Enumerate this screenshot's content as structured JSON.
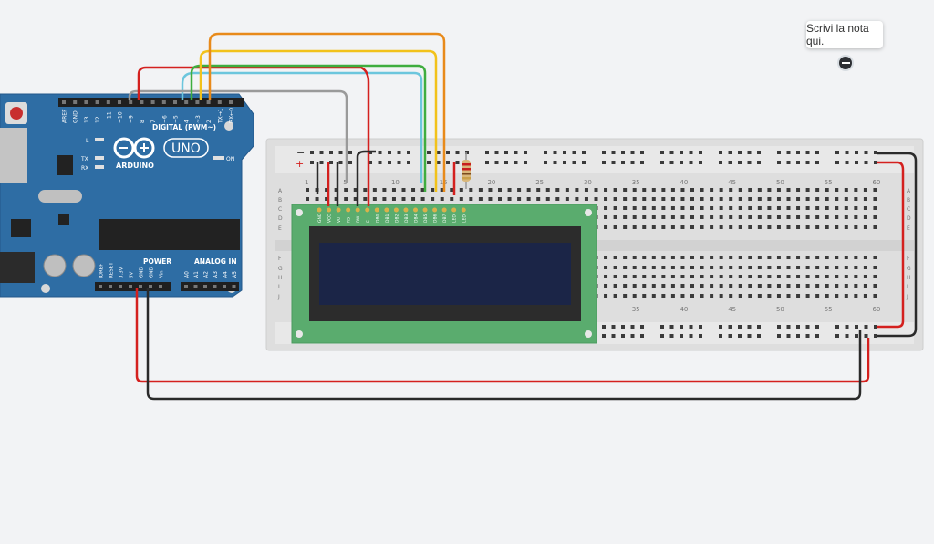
{
  "note": {
    "text": "Scrivi la nota qui."
  },
  "arduino": {
    "logo_text": "ARDUINO",
    "model": "UNO",
    "digital_label": "DIGITAL (PWM~)",
    "power_label": "POWER",
    "analog_label": "ANALOG IN",
    "on_label": "ON",
    "tx_label": "TX",
    "rx_label": "RX",
    "l_label": "L",
    "top_pins": [
      "AREF",
      "GND",
      "13",
      "12",
      "~11",
      "~10",
      "~9",
      "8",
      "7",
      "~6",
      "~5",
      "4",
      "~3",
      "2",
      "TX→1",
      "RX←0"
    ],
    "power_pins": [
      "IOREF",
      "RESET",
      "3.3V",
      "5V",
      "GND",
      "GND",
      "Vin"
    ],
    "analog_pins": [
      "A0",
      "A1",
      "A2",
      "A3",
      "A4",
      "A5"
    ]
  },
  "breadboard": {
    "col_numbers": [
      "1",
      "5",
      "10",
      "15",
      "20",
      "25",
      "30",
      "35",
      "40",
      "45",
      "50",
      "55",
      "60"
    ],
    "row_letters_top": [
      "A",
      "B",
      "C",
      "D",
      "E"
    ],
    "row_letters_bottom": [
      "F",
      "G",
      "H",
      "I",
      "J"
    ],
    "minus_label": "−",
    "plus_label": "+"
  },
  "lcd": {
    "pins": [
      "GND",
      "VCC",
      "V0",
      "RS",
      "RW",
      "E",
      "DB0",
      "DB1",
      "DB2",
      "DB3",
      "DB4",
      "DB5",
      "DB6",
      "DB7",
      "LED",
      "LED"
    ]
  },
  "colors": {
    "board": "#2e6da4",
    "lcd_pcb": "#5aac6e",
    "lcd_screen": "#1b2547",
    "wire_red": "#d4201e",
    "wire_black": "#2a2a2a",
    "wire_orange": "#e88a1a",
    "wire_yellow": "#f2c21b",
    "wire_green": "#3fad3f",
    "wire_cyan": "#6cc6dd",
    "wire_gray": "#9a9a9a"
  }
}
